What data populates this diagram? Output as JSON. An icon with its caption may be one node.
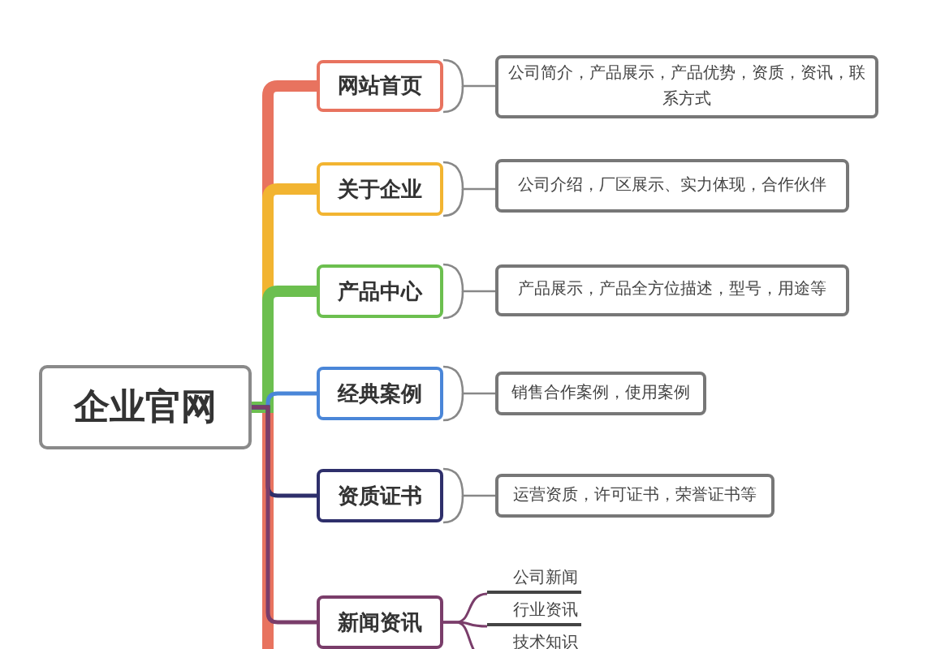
{
  "diagram": {
    "nodes": [
      {
        "text": [
          "企业官网"
        ]
      },
      {
        "text": [
          "网站首页"
        ]
      },
      {
        "text": [
          "关于企业"
        ]
      },
      {
        "text": [
          "产品中心"
        ]
      },
      {
        "text": [
          "经典案例"
        ]
      },
      {
        "text": [
          "资质证书"
        ]
      },
      {
        "text": [
          "新闻资讯"
        ]
      },
      {
        "text": [
          "公司简介，产品展示，产品优势，资质，资讯，联系方式"
        ]
      },
      {
        "text": [
          "公司介绍，厂区展示、实力体现，合作伙伴"
        ]
      },
      {
        "text": [
          "产品展示，产品全方位描述，型号，用途等"
        ]
      },
      {
        "text": [
          "销售合作案例，使用案例"
        ]
      },
      {
        "text": [
          "运营资质，许可证书，荣誉证书等"
        ]
      },
      {
        "text": [
          "公司新闻"
        ]
      },
      {
        "text": [
          "行业资讯"
        ]
      },
      {
        "text": [
          "技术知识"
        ]
      }
    ],
    "edges": [
      {
        "from": 0,
        "to": 1,
        "arrow": "none",
        "style": "thick",
        "color": "#e8735f"
      },
      {
        "from": 0,
        "to": 2,
        "arrow": "none",
        "style": "thick",
        "color": "#f2b431"
      },
      {
        "from": 0,
        "to": 3,
        "arrow": "none",
        "style": "thick",
        "color": "#6cbf4f"
      },
      {
        "from": 0,
        "to": 4,
        "arrow": "none",
        "color": "#4a86d8"
      },
      {
        "from": 0,
        "to": 5,
        "arrow": "none",
        "color": "#2e2f6b"
      },
      {
        "from": 0,
        "to": 6,
        "arrow": "none",
        "color": "#7a3d6a"
      },
      {
        "from": 1,
        "to": 7,
        "arrow": "none",
        "color": "#888888"
      },
      {
        "from": 2,
        "to": 8,
        "arrow": "none",
        "color": "#888888"
      },
      {
        "from": 3,
        "to": 9,
        "arrow": "none",
        "color": "#888888"
      },
      {
        "from": 4,
        "to": 10,
        "arrow": "none",
        "color": "#888888"
      },
      {
        "from": 5,
        "to": 11,
        "arrow": "none",
        "color": "#888888"
      },
      {
        "from": 6,
        "to": 12,
        "arrow": "none",
        "color": "#7a3d6a"
      },
      {
        "from": 6,
        "to": 13,
        "arrow": "none",
        "color": "#7a3d6a"
      },
      {
        "from": 6,
        "to": 14,
        "arrow": "none",
        "color": "#7a3d6a"
      }
    ]
  }
}
